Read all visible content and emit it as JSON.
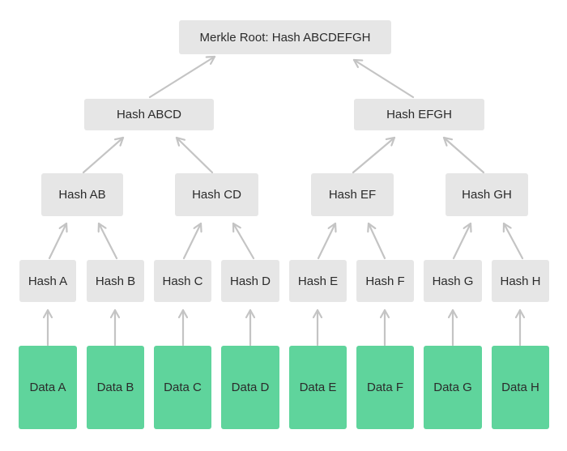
{
  "root": "Merkle Root: Hash ABCDEFGH",
  "level2": [
    "Hash ABCD",
    "Hash EFGH"
  ],
  "level3": [
    "Hash AB",
    "Hash CD",
    "Hash EF",
    "Hash GH"
  ],
  "leaf_hashes": [
    "Hash A",
    "Hash B",
    "Hash C",
    "Hash D",
    "Hash E",
    "Hash F",
    "Hash G",
    "Hash H"
  ],
  "data_blocks": [
    "Data A",
    "Data B",
    "Data C",
    "Data D",
    "Data E",
    "Data F",
    "Data G",
    "Data H"
  ],
  "colors": {
    "hash_box": "#e6e6e6",
    "data_box": "#5fd49c",
    "arrow": "#c4c4c4",
    "text": "#2b2b2b"
  }
}
